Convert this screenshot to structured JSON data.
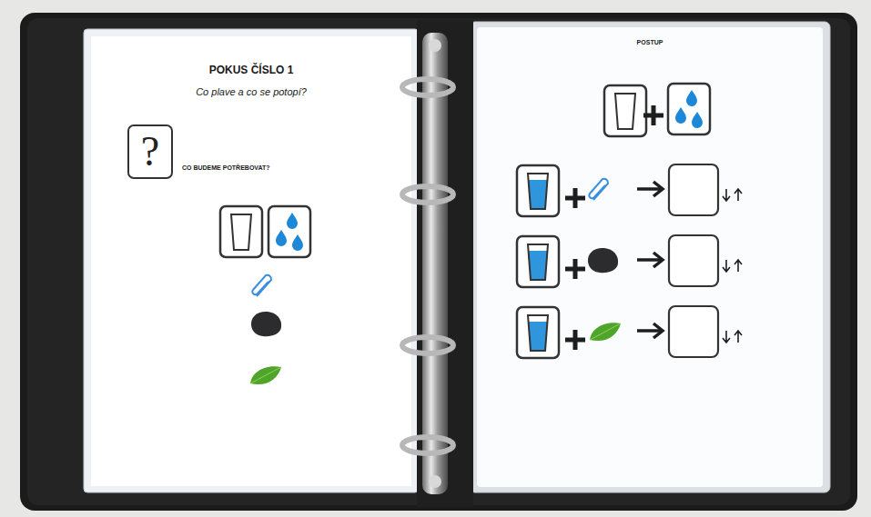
{
  "diagram": {
    "title": "POKUS ČÍSLO 1",
    "nodes": [
      {
        "text": [
          "?"
        ]
      }
    ],
    "labels": [
      "Co plave a co se potopí?",
      "CO BUDEME POTŘEBOVAT?",
      "POSTUP"
    ]
  }
}
